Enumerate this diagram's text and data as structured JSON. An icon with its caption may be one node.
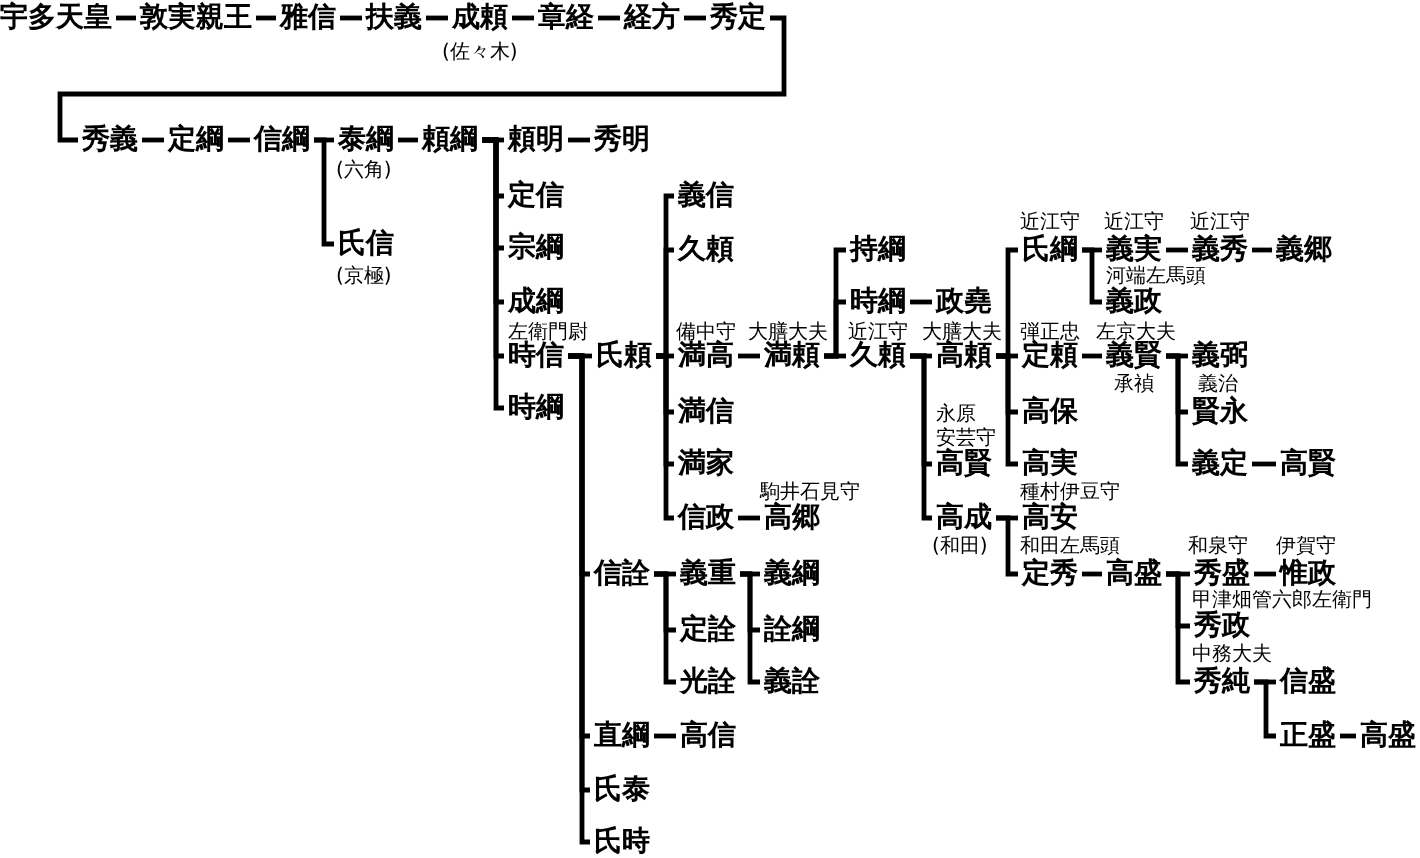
{
  "diagram": {
    "nodes": [
      {
        "text": [
          "宇多天皇"
        ]
      },
      {
        "text": [
          "敦実親王"
        ]
      },
      {
        "text": [
          "雅信"
        ]
      },
      {
        "text": [
          "扶義"
        ]
      },
      {
        "text": [
          "成頼"
        ],
        "beside": [
          "(佐々木)"
        ]
      },
      {
        "text": [
          "章経"
        ]
      },
      {
        "text": [
          "経方"
        ]
      },
      {
        "text": [
          "秀定"
        ]
      },
      {
        "text": [
          "秀義"
        ]
      },
      {
        "text": [
          "定綱"
        ]
      },
      {
        "text": [
          "信綱"
        ]
      },
      {
        "text": [
          "泰綱"
        ],
        "beside": [
          "(六角)"
        ]
      },
      {
        "text": [
          "頼綱"
        ]
      },
      {
        "text": [
          "頼明"
        ]
      },
      {
        "text": [
          "秀明"
        ]
      },
      {
        "text": [
          "定信"
        ]
      },
      {
        "text": [
          "宗綱"
        ]
      },
      {
        "text": [
          "成綱"
        ]
      },
      {
        "text": [
          "時信"
        ],
        "beside": [
          "左衛門尉"
        ]
      },
      {
        "text": [
          "氏頼"
        ]
      },
      {
        "text": [
          "義信"
        ]
      },
      {
        "text": [
          "久頼"
        ]
      },
      {
        "text": [
          "満高"
        ],
        "beside": [
          "備中守"
        ]
      },
      {
        "text": [
          "満頼"
        ],
        "beside": [
          "大膳大夫"
        ]
      },
      {
        "text": [
          "持綱"
        ]
      },
      {
        "text": [
          "時綱"
        ]
      },
      {
        "text": [
          "政堯"
        ]
      },
      {
        "text": [
          "久頼"
        ],
        "beside": [
          "近江守"
        ]
      },
      {
        "text": [
          "高頼"
        ],
        "beside": [
          "大膳大夫"
        ]
      },
      {
        "text": [
          "氏綱"
        ],
        "beside": [
          "近江守"
        ]
      },
      {
        "text": [
          "義実"
        ],
        "beside": [
          "近江守"
        ]
      },
      {
        "text": [
          "義秀"
        ],
        "beside": [
          "近江守"
        ]
      },
      {
        "text": [
          "義郷"
        ]
      },
      {
        "text": [
          "義政"
        ],
        "beside": [
          "河端左馬頭"
        ]
      },
      {
        "text": [
          "定頼"
        ],
        "beside": [
          "弾正忠"
        ]
      },
      {
        "text": [
          "義賢"
        ],
        "beside": [
          "左京大夫",
          "承禎"
        ]
      },
      {
        "text": [
          "義弼"
        ],
        "beside": [
          "義治"
        ]
      },
      {
        "text": [
          "賢永"
        ]
      },
      {
        "text": [
          "義定"
        ]
      },
      {
        "text": [
          "高賢"
        ]
      },
      {
        "text": [
          "高保"
        ]
      },
      {
        "text": [
          "高実"
        ]
      },
      {
        "text": [
          "高賢"
        ],
        "beside": [
          "永原",
          "安芸守"
        ]
      },
      {
        "text": [
          "高成"
        ],
        "beside": [
          "(和田)"
        ]
      },
      {
        "text": [
          "高安"
        ],
        "beside": [
          "種村伊豆守"
        ]
      },
      {
        "text": [
          "定秀"
        ],
        "beside": [
          "和田左馬頭"
        ]
      },
      {
        "text": [
          "高盛"
        ]
      },
      {
        "text": [
          "秀盛"
        ],
        "beside": [
          "和泉守"
        ]
      },
      {
        "text": [
          "惟政"
        ],
        "beside": [
          "伊賀守"
        ]
      },
      {
        "text": [
          "秀政"
        ],
        "beside": [
          "甲津畑管六郎左衛門"
        ]
      },
      {
        "text": [
          "秀純"
        ],
        "beside": [
          "中務大夫"
        ]
      },
      {
        "text": [
          "信盛"
        ]
      },
      {
        "text": [
          "正盛"
        ]
      },
      {
        "text": [
          "高盛"
        ]
      },
      {
        "text": [
          "満信"
        ]
      },
      {
        "text": [
          "満家"
        ]
      },
      {
        "text": [
          "信政"
        ]
      },
      {
        "text": [
          "高郷"
        ],
        "beside": [
          "駒井石見守"
        ]
      },
      {
        "text": [
          "信詮"
        ]
      },
      {
        "text": [
          "義重"
        ]
      },
      {
        "text": [
          "義綱"
        ]
      },
      {
        "text": [
          "詮綱"
        ]
      },
      {
        "text": [
          "義詮"
        ]
      },
      {
        "text": [
          "定詮"
        ]
      },
      {
        "text": [
          "光詮"
        ]
      },
      {
        "text": [
          "直綱"
        ]
      },
      {
        "text": [
          "高信"
        ]
      },
      {
        "text": [
          "氏泰"
        ]
      },
      {
        "text": [
          "氏時"
        ]
      },
      {
        "text": [
          "時綱"
        ]
      },
      {
        "text": [
          "氏信"
        ],
        "beside": [
          "(京極)"
        ]
      }
    ],
    "edges": [
      {
        "from": 0,
        "to": 1,
        "arrow": "none"
      },
      {
        "from": 1,
        "to": 2,
        "arrow": "none"
      },
      {
        "from": 2,
        "to": 3,
        "arrow": "none"
      },
      {
        "from": 3,
        "to": 4,
        "arrow": "none"
      },
      {
        "from": 4,
        "to": 5,
        "arrow": "none"
      },
      {
        "from": 5,
        "to": 6,
        "arrow": "none"
      },
      {
        "from": 6,
        "to": 7,
        "arrow": "none"
      },
      {
        "from": 7,
        "to": 8,
        "arrow": "none"
      },
      {
        "from": 8,
        "to": 9,
        "arrow": "none"
      },
      {
        "from": 9,
        "to": 10,
        "arrow": "none"
      },
      {
        "from": 10,
        "to": 11,
        "arrow": "none"
      },
      {
        "from": 10,
        "to": 70,
        "arrow": "none"
      },
      {
        "from": 11,
        "to": 12,
        "arrow": "none"
      },
      {
        "from": 12,
        "to": 13,
        "arrow": "none"
      },
      {
        "from": 13,
        "to": 14,
        "arrow": "none"
      },
      {
        "from": 12,
        "to": 15,
        "arrow": "none"
      },
      {
        "from": 12,
        "to": 16,
        "arrow": "none"
      },
      {
        "from": 12,
        "to": 17,
        "arrow": "none"
      },
      {
        "from": 12,
        "to": 18,
        "arrow": "none"
      },
      {
        "from": 12,
        "to": 69,
        "arrow": "none"
      },
      {
        "from": 18,
        "to": 19,
        "arrow": "none"
      },
      {
        "from": 18,
        "to": 58,
        "arrow": "none"
      },
      {
        "from": 18,
        "to": 65,
        "arrow": "none"
      },
      {
        "from": 18,
        "to": 67,
        "arrow": "none"
      },
      {
        "from": 18,
        "to": 68,
        "arrow": "none"
      },
      {
        "from": 19,
        "to": 20,
        "arrow": "none"
      },
      {
        "from": 19,
        "to": 21,
        "arrow": "none"
      },
      {
        "from": 19,
        "to": 22,
        "arrow": "none"
      },
      {
        "from": 19,
        "to": 54,
        "arrow": "none"
      },
      {
        "from": 19,
        "to": 55,
        "arrow": "none"
      },
      {
        "from": 19,
        "to": 56,
        "arrow": "none"
      },
      {
        "from": 22,
        "to": 23,
        "arrow": "none"
      },
      {
        "from": 23,
        "to": 24,
        "arrow": "none"
      },
      {
        "from": 23,
        "to": 25,
        "arrow": "none"
      },
      {
        "from": 23,
        "to": 27,
        "arrow": "none"
      },
      {
        "from": 25,
        "to": 26,
        "arrow": "none"
      },
      {
        "from": 27,
        "to": 28,
        "arrow": "none"
      },
      {
        "from": 27,
        "to": 42,
        "arrow": "none"
      },
      {
        "from": 27,
        "to": 43,
        "arrow": "none"
      },
      {
        "from": 28,
        "to": 29,
        "arrow": "none"
      },
      {
        "from": 28,
        "to": 34,
        "arrow": "none"
      },
      {
        "from": 28,
        "to": 40,
        "arrow": "none"
      },
      {
        "from": 28,
        "to": 41,
        "arrow": "none"
      },
      {
        "from": 29,
        "to": 30,
        "arrow": "none"
      },
      {
        "from": 29,
        "to": 33,
        "arrow": "none"
      },
      {
        "from": 30,
        "to": 31,
        "arrow": "none"
      },
      {
        "from": 31,
        "to": 32,
        "arrow": "none"
      },
      {
        "from": 34,
        "to": 35,
        "arrow": "none"
      },
      {
        "from": 35,
        "to": 36,
        "arrow": "none"
      },
      {
        "from": 35,
        "to": 37,
        "arrow": "none"
      },
      {
        "from": 35,
        "to": 38,
        "arrow": "none"
      },
      {
        "from": 38,
        "to": 39,
        "arrow": "none"
      },
      {
        "from": 43,
        "to": 44,
        "arrow": "none"
      },
      {
        "from": 43,
        "to": 45,
        "arrow": "none"
      },
      {
        "from": 45,
        "to": 46,
        "arrow": "none"
      },
      {
        "from": 46,
        "to": 47,
        "arrow": "none"
      },
      {
        "from": 46,
        "to": 49,
        "arrow": "none"
      },
      {
        "from": 46,
        "to": 50,
        "arrow": "none"
      },
      {
        "from": 47,
        "to": 48,
        "arrow": "none"
      },
      {
        "from": 50,
        "to": 51,
        "arrow": "none"
      },
      {
        "from": 50,
        "to": 52,
        "arrow": "none"
      },
      {
        "from": 52,
        "to": 53,
        "arrow": "none"
      },
      {
        "from": 56,
        "to": 57,
        "arrow": "none"
      },
      {
        "from": 58,
        "to": 59,
        "arrow": "none"
      },
      {
        "from": 58,
        "to": 63,
        "arrow": "none"
      },
      {
        "from": 58,
        "to": 64,
        "arrow": "none"
      },
      {
        "from": 59,
        "to": 60,
        "arrow": "none"
      },
      {
        "from": 59,
        "to": 61,
        "arrow": "none"
      },
      {
        "from": 59,
        "to": 62,
        "arrow": "none"
      },
      {
        "from": 65,
        "to": 66,
        "arrow": "none"
      }
    ]
  }
}
